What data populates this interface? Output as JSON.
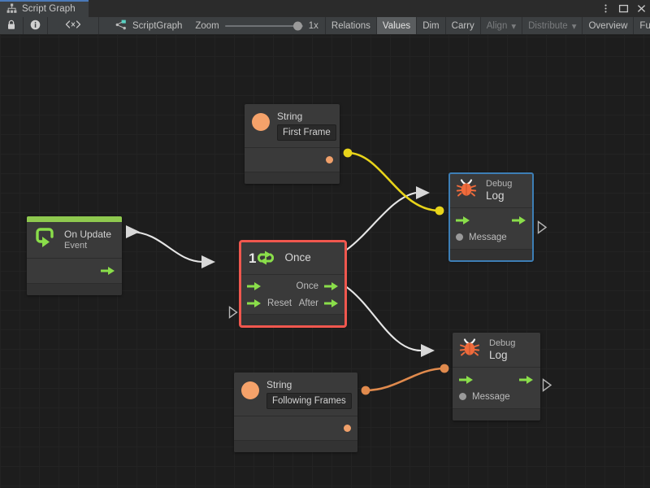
{
  "window": {
    "tab_label": "Script Graph",
    "tab_icon": "graph-hierarchy-icon",
    "controls": {
      "menu": "kebab-menu-icon",
      "maximize": "maximize-icon",
      "close": "close-icon"
    }
  },
  "toolbar": {
    "lock_icon": "lock-icon",
    "info_icon": "info-icon",
    "code_icon": "angle-brackets-icon",
    "graph_icon": "scriptgraph-icon",
    "graph_name": "ScriptGraph",
    "zoom_label": "Zoom",
    "zoom_value": "1x",
    "buttons": [
      {
        "label": "Relations",
        "state": "normal"
      },
      {
        "label": "Values",
        "state": "active"
      },
      {
        "label": "Dim",
        "state": "normal"
      },
      {
        "label": "Carry",
        "state": "normal"
      },
      {
        "label": "Align",
        "state": "disabled",
        "caret": "▾"
      },
      {
        "label": "Distribute",
        "state": "disabled",
        "caret": "▾"
      },
      {
        "label": "Overview",
        "state": "normal"
      },
      {
        "label": "Full Screen",
        "state": "normal"
      }
    ]
  },
  "colors": {
    "accent_green": "#8fc94f",
    "arrow_green": "#8ade4a",
    "selection_red": "#f0574e",
    "selection_blue": "#3d7eb5",
    "wire_white": "#e6e6e6",
    "wire_yellow": "#e8d41a",
    "wire_orange": "#e08a4d",
    "string_orange": "#f5a26a",
    "node_bg": "#3a3a3a",
    "canvas_bg": "#1d1d1d"
  },
  "graph": {
    "nodes": [
      {
        "id": "on-update",
        "type": "event",
        "title": "On Update",
        "subtitle": "Event",
        "icon": "loop-arrow-icon",
        "accent": "#8fc94f",
        "selected": false,
        "outputs": [
          {
            "label": "",
            "kind": "flow"
          }
        ]
      },
      {
        "id": "string-first-frame",
        "type": "literal",
        "title": "String",
        "value": "First Frame",
        "icon": "string-circle-icon",
        "selected": false,
        "outputs": [
          {
            "label": "",
            "kind": "value"
          }
        ]
      },
      {
        "id": "string-following-frames",
        "type": "literal",
        "title": "String",
        "value": "Following Frames",
        "icon": "string-circle-icon",
        "selected": false,
        "outputs": [
          {
            "label": "",
            "kind": "value"
          }
        ]
      },
      {
        "id": "once",
        "type": "control",
        "title": "Once",
        "icon": "once-counter-icon",
        "badge": "1",
        "selected": true,
        "selection_color": "#f0574e",
        "inputs": [
          {
            "label": "",
            "kind": "flow"
          },
          {
            "label": "Reset",
            "kind": "flow"
          }
        ],
        "outputs": [
          {
            "label": "Once",
            "kind": "flow"
          },
          {
            "label": "After",
            "kind": "flow"
          }
        ]
      },
      {
        "id": "debug-log-1",
        "type": "unit",
        "title": "Debug",
        "subtitle": "Log",
        "icon": "bug-icon",
        "selected": true,
        "selection_color": "#3d7eb5",
        "inputs": [
          {
            "label": "",
            "kind": "flow"
          },
          {
            "label": "Message",
            "kind": "value"
          }
        ],
        "outputs": [
          {
            "label": "",
            "kind": "flow"
          }
        ]
      },
      {
        "id": "debug-log-2",
        "type": "unit",
        "title": "Debug",
        "subtitle": "Log",
        "icon": "bug-icon",
        "selected": false,
        "inputs": [
          {
            "label": "",
            "kind": "flow"
          },
          {
            "label": "Message",
            "kind": "value"
          }
        ],
        "outputs": [
          {
            "label": "",
            "kind": "flow"
          }
        ]
      }
    ],
    "edges": [
      {
        "from": "on-update.out",
        "to": "once.in",
        "color": "#e6e6e6",
        "kind": "flow"
      },
      {
        "from": "once.once",
        "to": "debug-log-1.in",
        "color": "#e6e6e6",
        "kind": "flow"
      },
      {
        "from": "once.after",
        "to": "debug-log-2.in",
        "color": "#e6e6e6",
        "kind": "flow"
      },
      {
        "from": "string-first-frame.out",
        "to": "debug-log-1.message",
        "color": "#e8d41a",
        "kind": "value"
      },
      {
        "from": "string-following-frames.out",
        "to": "debug-log-2.message",
        "color": "#e08a4d",
        "kind": "value"
      }
    ]
  }
}
